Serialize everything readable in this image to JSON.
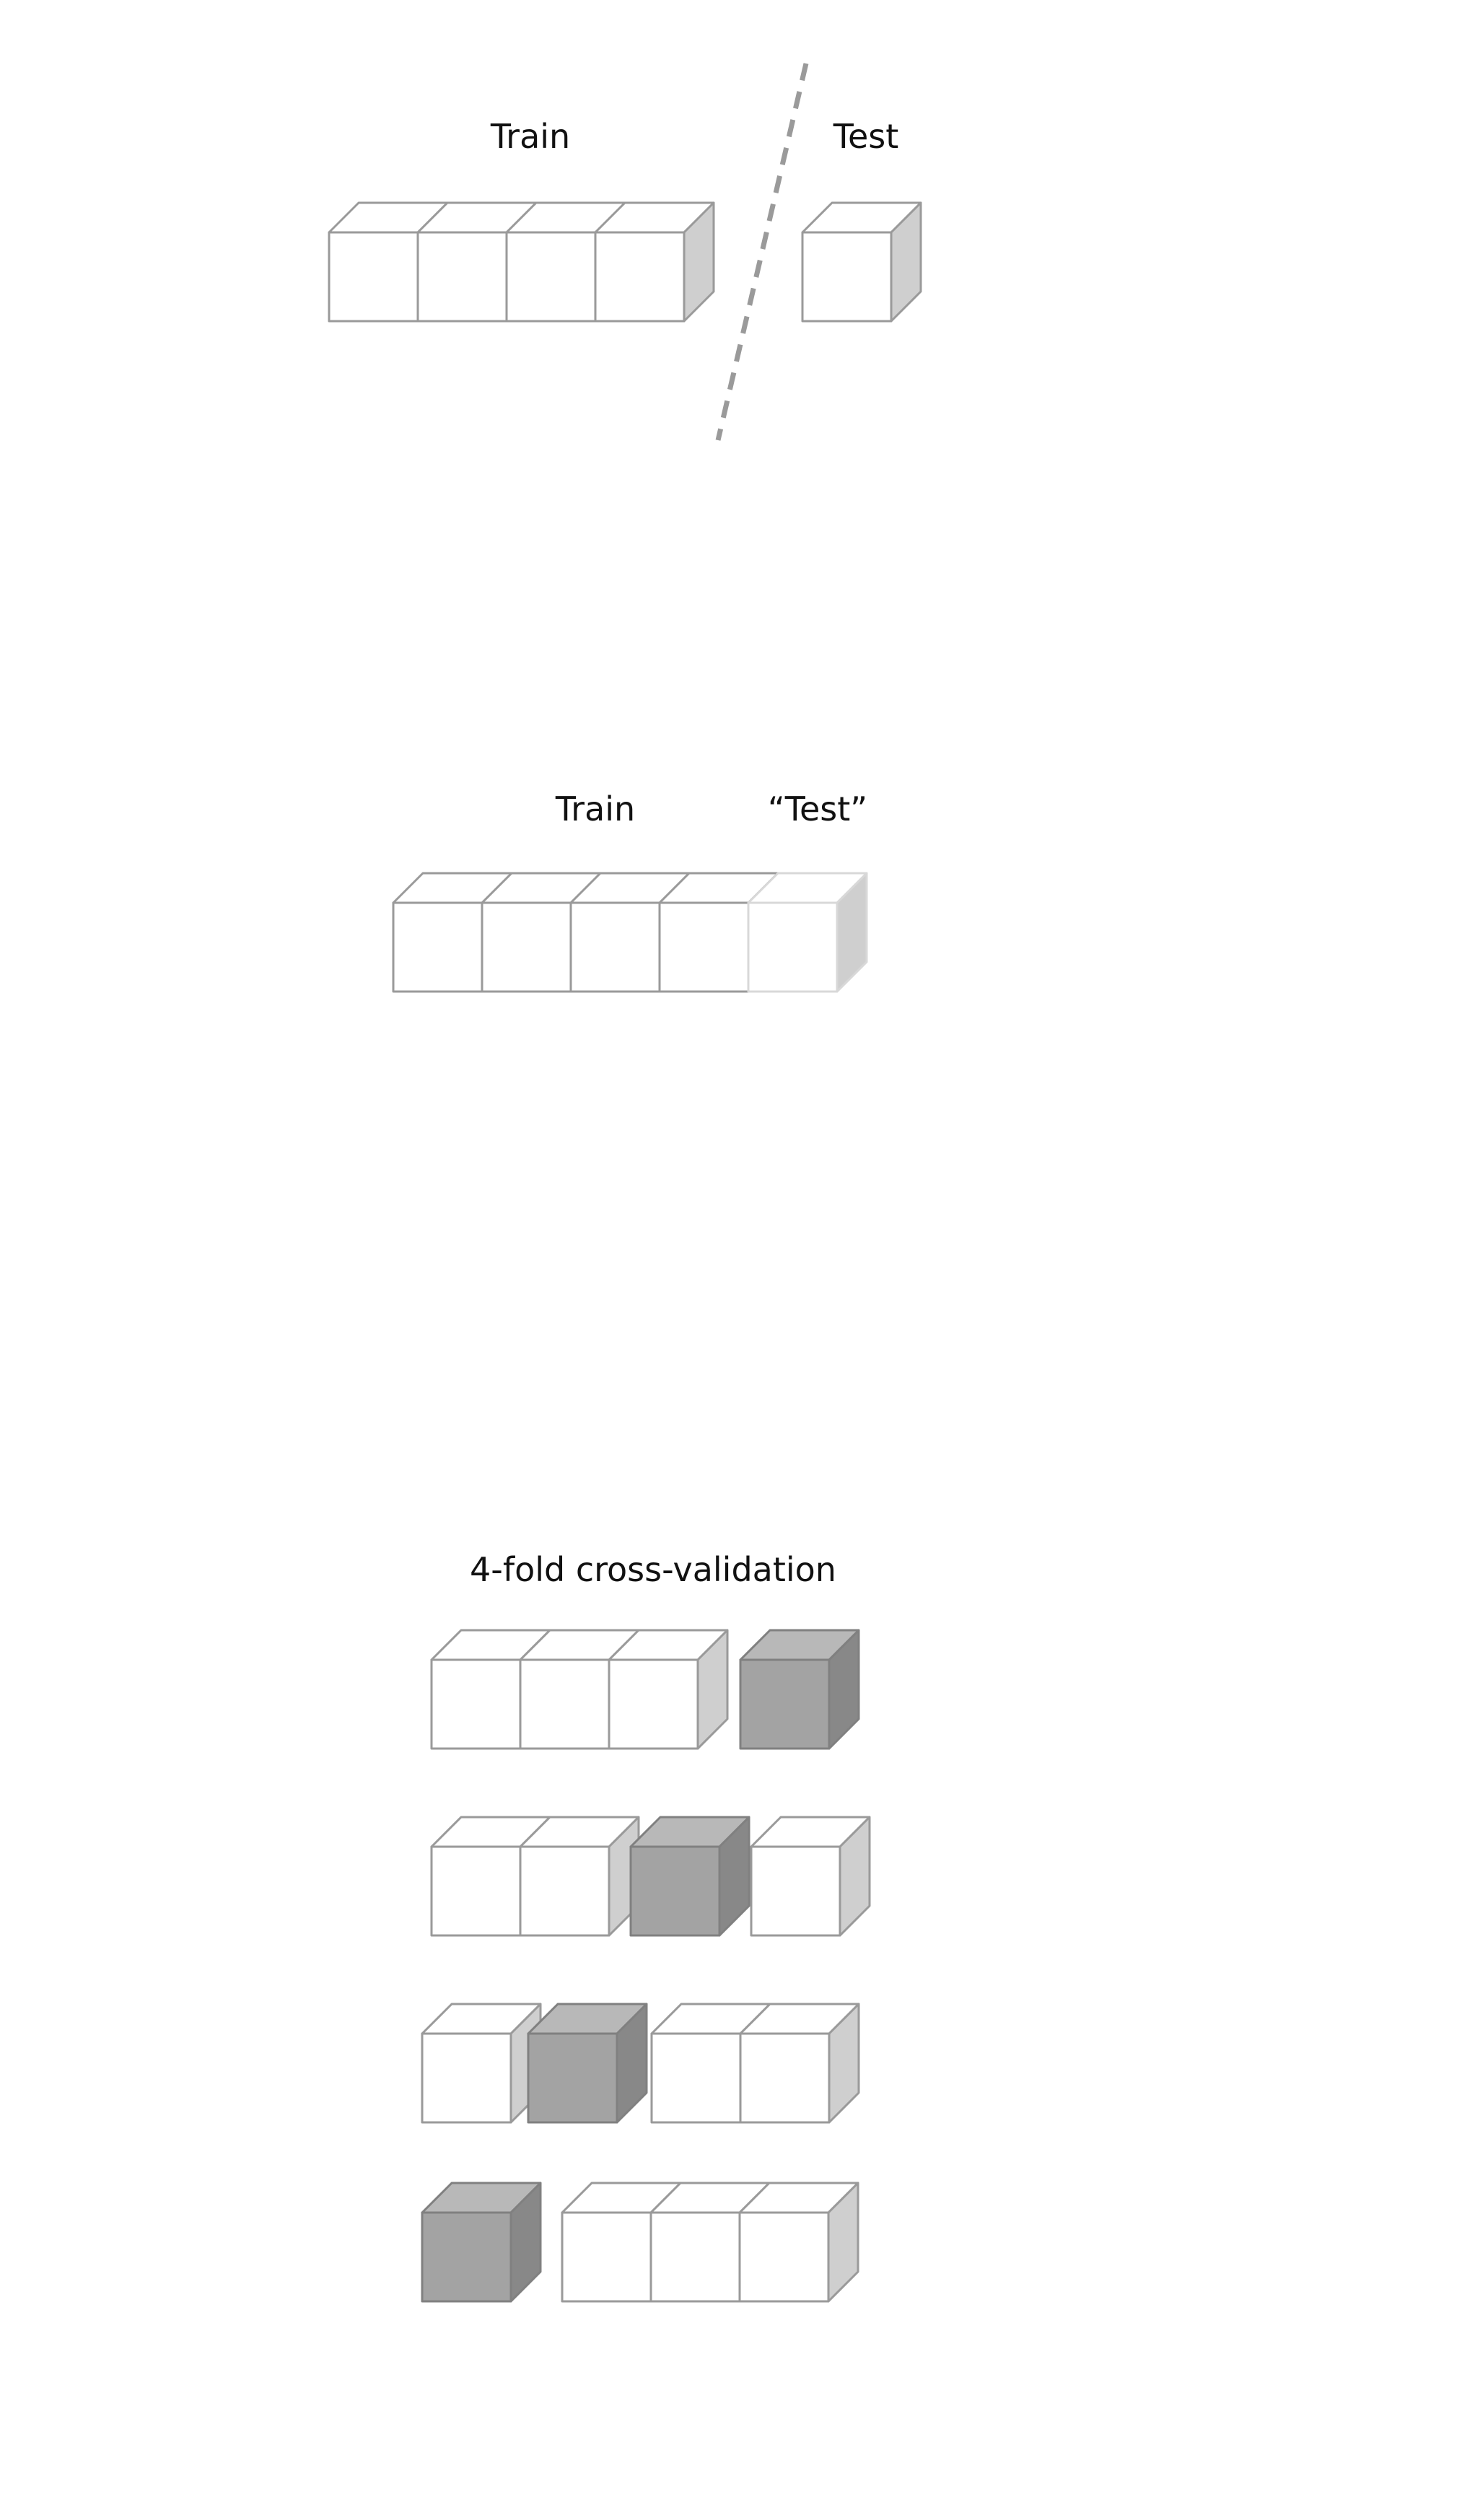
{
  "holdout": {
    "train_label": "Train",
    "test_label": "Test"
  },
  "validation": {
    "train_label": "Train",
    "test_label": "“Test”"
  },
  "cross_validation": {
    "title": "4-fold cross-validation",
    "folds": [
      {
        "held_out_index": 3
      },
      {
        "held_out_index": 2
      },
      {
        "held_out_index": 1
      },
      {
        "held_out_index": 0
      }
    ]
  },
  "colors": {
    "cube_stroke": "#9a9a9a",
    "cube_front": "#ffffff",
    "cube_side": "#cfcfcf",
    "faded_stroke": "#d8d8d8",
    "held_front": "#a3a3a3",
    "held_top": "#b8b8b8",
    "held_side": "#888888",
    "held_stroke": "#808080",
    "divider": "#9a9a9a"
  }
}
